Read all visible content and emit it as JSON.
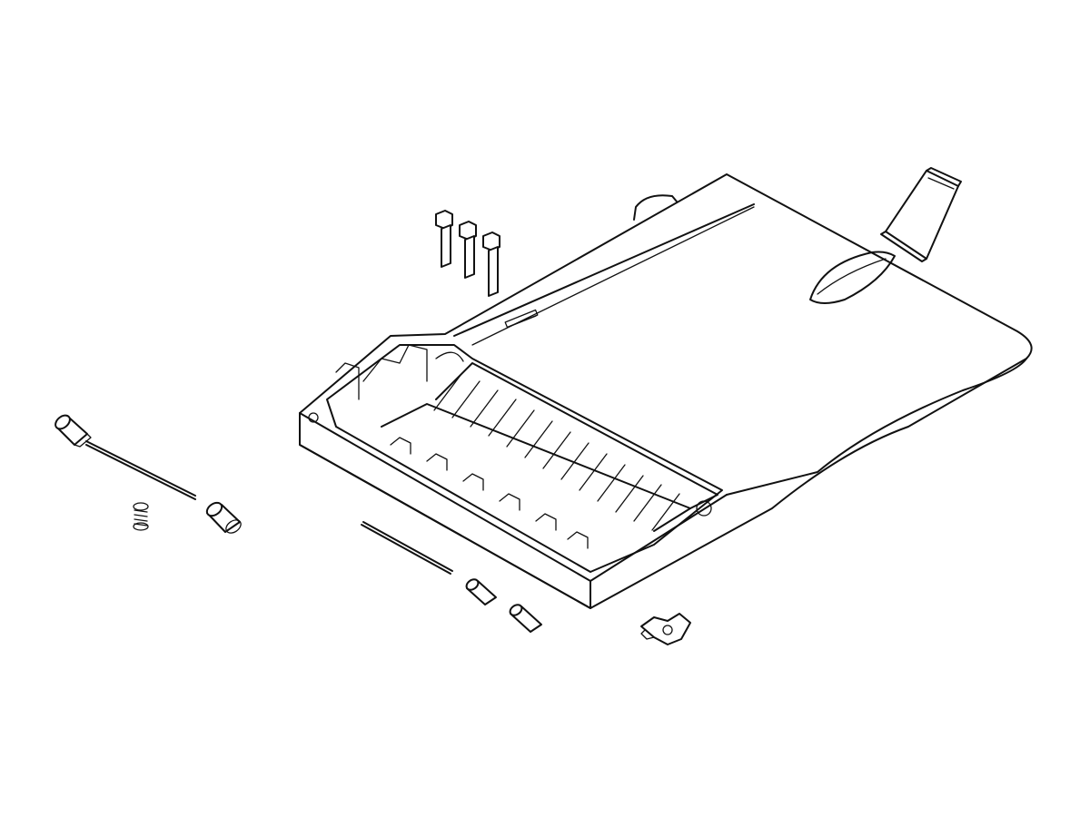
{
  "diagram": {
    "type": "exploded-parts-view",
    "line_color": "#111111",
    "background": "#ffffff",
    "parts": [
      {
        "name": "scanner-cover-tray"
      },
      {
        "name": "tray-extension-flap"
      },
      {
        "name": "retaining-clips"
      },
      {
        "name": "roller-shaft-assembly"
      },
      {
        "name": "compression-spring"
      },
      {
        "name": "separate-roller"
      },
      {
        "name": "guide-rod"
      },
      {
        "name": "small-roller-a"
      },
      {
        "name": "small-roller-b"
      },
      {
        "name": "mounting-bracket"
      }
    ]
  }
}
